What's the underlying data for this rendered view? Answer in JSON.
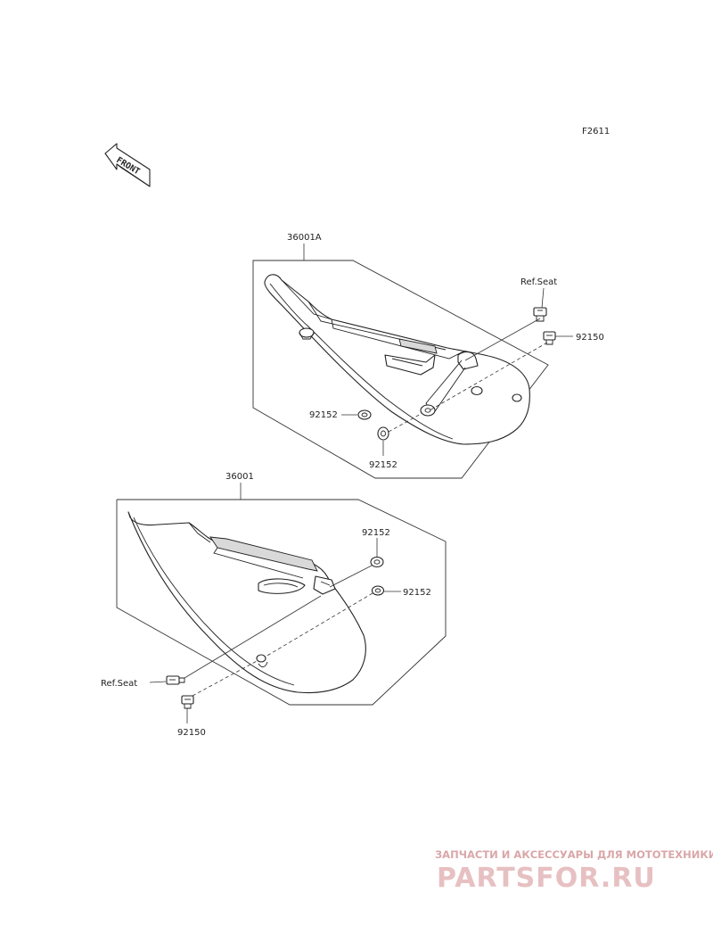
{
  "diagram_code": "F2611",
  "front_arrow": {
    "text": "FRONT",
    "icon": "front-direction-arrow-icon"
  },
  "upper_assembly": {
    "part_label": "36001A",
    "labels": {
      "ref_seat": "Ref.Seat",
      "bolt": "92150",
      "collar_left": "92152",
      "collar_bottom": "92152"
    }
  },
  "lower_assembly": {
    "part_label": "36001",
    "labels": {
      "collar_top": "92152",
      "collar_right": "92152",
      "ref_seat": "Ref.Seat",
      "bolt": "92150"
    }
  },
  "watermark": {
    "subtitle": "ЗАПЧАСТИ И АКСЕССУАРЫ ДЛЯ МОТОТЕХНИКИ",
    "brand": "PARTSFOR.RU",
    "color": "#e7c0c2"
  }
}
